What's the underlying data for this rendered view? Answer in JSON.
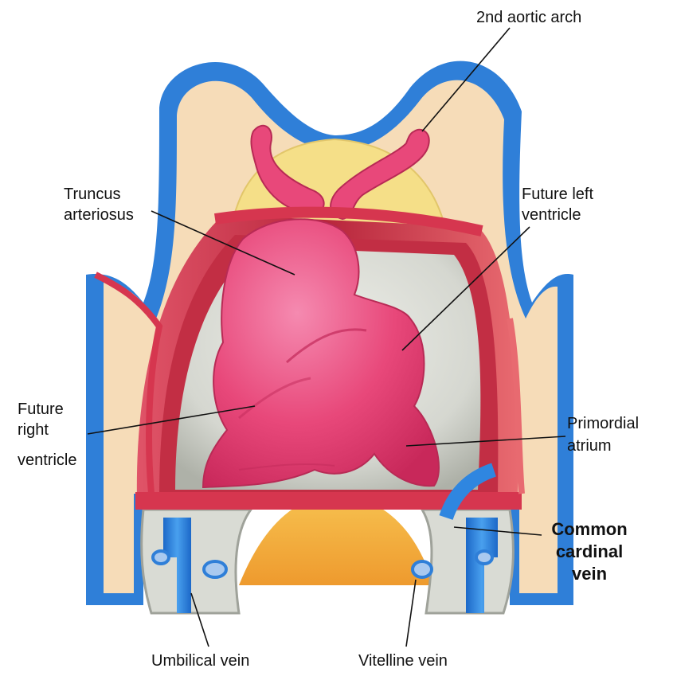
{
  "labels": {
    "aortic_arch": "2nd aortic arch",
    "truncus_1": "Truncus",
    "truncus_2": "arteriosus",
    "future_left_1": "Future left",
    "future_left_2": "ventricle",
    "future_right_1": "Future",
    "future_right_2": "right",
    "future_right_3": "ventricle",
    "primordial_1": "Primordial",
    "primordial_2": "atrium",
    "cardinal_1": "Common",
    "cardinal_2": "cardinal",
    "cardinal_3": "vein",
    "umbilical": "Umbilical vein",
    "vitelline": "Vitelline vein"
  },
  "colors": {
    "outer_blue": "#2f7fd8",
    "outer_blue_dark": "#1f5fb8",
    "body_fill": "#f6dcb8",
    "pericardial_yellow": "#f5df88",
    "heart_pink": "#e8487a",
    "heart_pink_light": "#f07aa0",
    "heart_red_dark": "#b81f3a",
    "cavity_gray": "#d7d9d3",
    "cavity_shadow": "#a9aca4",
    "yolk_orange": "#f2a23a",
    "vein_blue": "#2f86e0",
    "pericardium_red": "#d6364f"
  }
}
